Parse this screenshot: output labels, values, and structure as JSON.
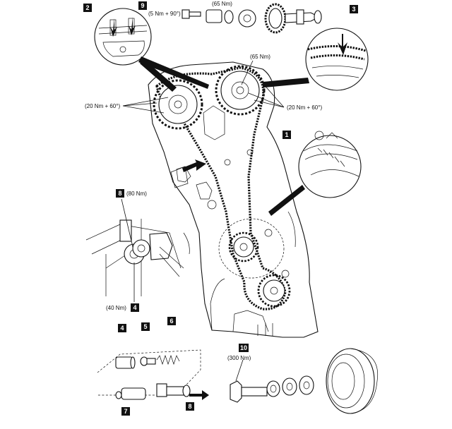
{
  "callouts": {
    "c1": "1",
    "c2": "2",
    "c3": "3",
    "c4a": "4",
    "c4b": "4",
    "c5": "5",
    "c6": "6",
    "c7": "7",
    "c8a": "8",
    "c8b": "8",
    "c9": "9",
    "c10": "10"
  },
  "torques": {
    "t_5nm_90": "(5 Nm + 90°)",
    "t_65nm_top": "(65 Nm)",
    "t_65nm_mid": "(65 Nm)",
    "t_20nm_left": "(20 Nm + 60°)",
    "t_20nm_right": "(20 Nm + 60°)",
    "t_80nm": "(80 Nm)",
    "t_40nm": "(40 Nm)",
    "t_300nm": "(300 Nm)"
  },
  "colors": {
    "ink": "#111111",
    "badge": "#111111",
    "paper": "#ffffff"
  }
}
